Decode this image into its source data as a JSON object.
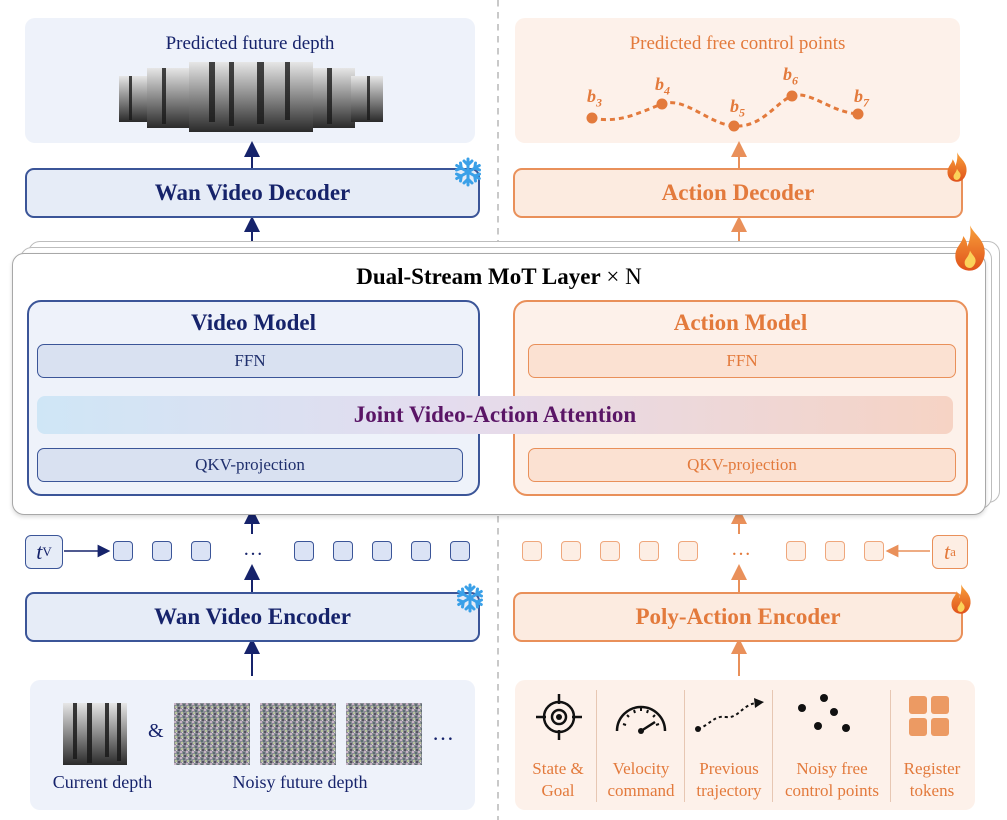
{
  "left_top": {
    "title": "Predicted future depth"
  },
  "right_top": {
    "title": "Predicted free control points",
    "points": [
      "b",
      "b",
      "b",
      "b",
      "b"
    ],
    "subs": [
      "3",
      "4",
      "5",
      "6",
      "7"
    ]
  },
  "decoders": {
    "video": "Wan Video Decoder",
    "action": "Action Decoder"
  },
  "mot": {
    "title": "Dual-Stream MoT Layer",
    "times": "×",
    "n": "N",
    "video_model": {
      "title": "Video Model",
      "ffn": "FFN",
      "qkv": "QKV-projection"
    },
    "action_model": {
      "title": "Action Model",
      "ffn": "FFN",
      "qkv": "QKV-projection"
    },
    "joint_attention": "Joint Video-Action Attention"
  },
  "tokens": {
    "tv": "t",
    "tv_sub": "V",
    "ta": "t",
    "ta_sub": "a",
    "ellipsis": "…"
  },
  "encoders": {
    "video": "Wan Video Encoder",
    "action": "Poly-Action Encoder"
  },
  "video_inputs": {
    "amp": "&",
    "ellipsis": "…",
    "current_depth": "Current depth",
    "noisy_future_depth": "Noisy future depth"
  },
  "action_inputs": [
    {
      "line1": "State &",
      "line2": "Goal",
      "icon": "target-icon"
    },
    {
      "line1": "Velocity",
      "line2": "command",
      "icon": "speedometer-icon"
    },
    {
      "line1": "Previous",
      "line2": "trajectory",
      "icon": "trajectory-icon"
    },
    {
      "line1": "Noisy free",
      "line2": "control points",
      "icon": "scatter-points-icon"
    },
    {
      "line1": "Register",
      "line2": "tokens",
      "icon": "grid-tokens-icon"
    }
  ],
  "colors": {
    "navy": "#16236b",
    "orange": "#e37a3c",
    "purple": "#5a1566"
  }
}
